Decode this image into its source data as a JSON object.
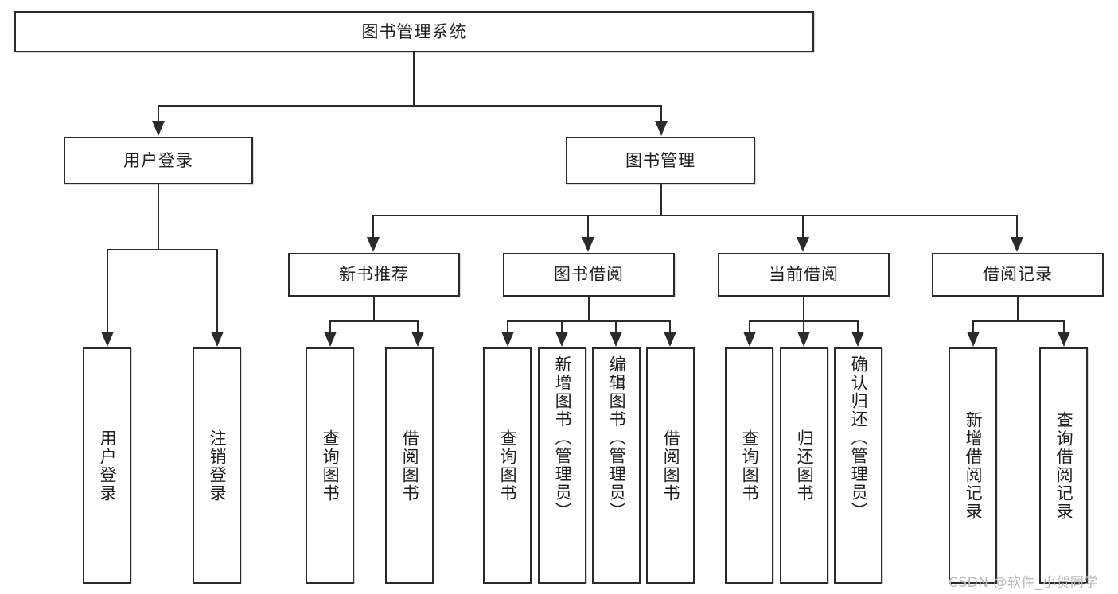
{
  "diagram": {
    "type": "tree-hierarchy",
    "title": "图书管理系统",
    "orientation": "top-down",
    "colors": {
      "box_border": "#2b2b2b",
      "box_fill": "#ffffff",
      "connector": "#2b2b2b",
      "text": "#1e1e1e",
      "watermark": "#b9b9b9",
      "background": "#ffffff"
    }
  },
  "root": {
    "label": "图书管理系统"
  },
  "tier2": [
    {
      "label": "用户登录"
    },
    {
      "label": "图书管理"
    }
  ],
  "tier3": [
    {
      "label": "新书推荐"
    },
    {
      "label": "图书借阅"
    },
    {
      "label": "当前借阅"
    },
    {
      "label": "借阅记录"
    }
  ],
  "leaves": {
    "user_login": [
      {
        "label": "用户登录"
      },
      {
        "label": "注销登录"
      }
    ],
    "new_book_recommend": [
      {
        "label": "查询图书"
      },
      {
        "label": "借阅图书"
      }
    ],
    "book_borrow": [
      {
        "label": "查询图书"
      },
      {
        "label": "新增图书（管理员）"
      },
      {
        "label": "编辑图书（管理员）"
      },
      {
        "label": "借阅图书"
      }
    ],
    "current_borrow": [
      {
        "label": "查询图书"
      },
      {
        "label": "归还图书"
      },
      {
        "label": "确认归还（管理员）"
      }
    ],
    "borrow_records": [
      {
        "label": "新增借阅记录"
      },
      {
        "label": "查询借阅记录"
      }
    ]
  },
  "watermark": {
    "text": "CSDN @软件_小贺同学"
  }
}
